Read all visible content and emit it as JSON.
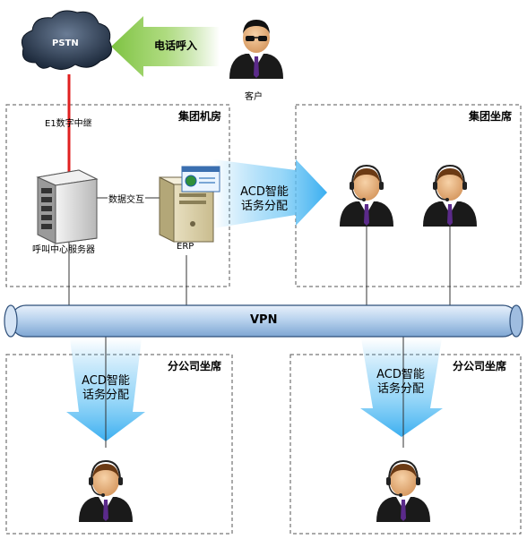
{
  "pstn": {
    "label": "PSTN"
  },
  "incoming_call": {
    "label": "电话呼入"
  },
  "customer": {
    "label": "客户"
  },
  "trunk": {
    "label": "E1数字中继"
  },
  "zones": {
    "group_room": "集团机房",
    "group_seats": "集团坐席",
    "branch_left": "分公司坐席",
    "branch_right": "分公司坐席"
  },
  "server": {
    "label": "呼叫中心服务器"
  },
  "data_exchange": {
    "label": "数据交互"
  },
  "erp": {
    "label": "ERP"
  },
  "acd": {
    "line1": "ACD智能",
    "line2": "话务分配"
  },
  "vpn": {
    "label": "VPN"
  },
  "colors": {
    "green_arrow": "#7dc241",
    "blue_arrow": "#3aaef0",
    "red_link": "#e02020",
    "pipe": "#b9d3ee"
  }
}
